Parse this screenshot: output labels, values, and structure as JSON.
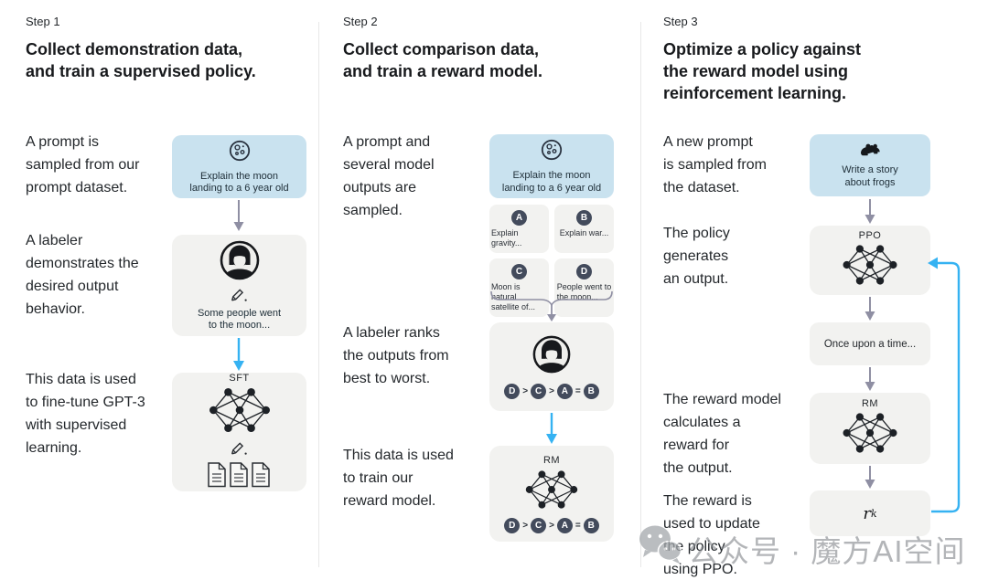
{
  "colors": {
    "prompt_box": "#c9e2ef",
    "panel": "#f2f2f0",
    "badge": "#434b5c",
    "gray_arrow": "#8f8fa3",
    "blue_arrow": "#35b2f2",
    "text": "#1f2328",
    "divider": "#e8e8e8",
    "watermark": "#85888d"
  },
  "icons": {
    "step1_prompt": "moon-icon",
    "step2_prompt": "moon-icon",
    "step3_prompt": "frog-icon",
    "labeler": "person-avatar-icon",
    "model": "neural-network-icon",
    "write": "pencil-icon",
    "demonstrations": "document-stack-icon",
    "watermark": "wechat-icon"
  },
  "step1": {
    "label": "Step 1",
    "title": "Collect demonstration data,\nand train a supervised policy.",
    "captions": {
      "prompt": "A prompt is\nsampled from our\nprompt dataset.",
      "labeler": "A labeler\ndemonstrates the\ndesired output\nbehavior.",
      "data": "This data is used\nto fine-tune GPT-3\nwith supervised\nlearning."
    },
    "prompt_box": "Explain the moon\nlanding to a 6 year old",
    "labeler_box": "Some people went\nto the moon...",
    "model_label": "SFT"
  },
  "step2": {
    "label": "Step 2",
    "title": "Collect comparison data,\nand train a reward model.",
    "captions": {
      "prompt": "A prompt and\nseveral model\noutputs are\nsampled.",
      "labeler": "A labeler ranks\nthe outputs from\nbest to worst.",
      "data": "This data is used\nto train our\nreward model."
    },
    "prompt_box": "Explain the moon\nlanding to a 6 year old",
    "outputs": [
      {
        "badge": "A",
        "text": "Explain gravity..."
      },
      {
        "badge": "B",
        "text": "Explain war..."
      },
      {
        "badge": "C",
        "text": "Moon is natural\nsatellite of..."
      },
      {
        "badge": "D",
        "text": "People went to\nthe moon..."
      }
    ],
    "ranking": {
      "items": [
        "D",
        "C",
        "A",
        "B"
      ],
      "separators": [
        ">",
        ">",
        "="
      ]
    },
    "model_label": "RM"
  },
  "step3": {
    "label": "Step 3",
    "title": "Optimize a policy against\nthe reward model using\nreinforcement learning.",
    "captions": {
      "prompt": "A new prompt\nis sampled from\nthe dataset.",
      "policy": "The policy\ngenerates\nan output.",
      "reward": "The reward model\ncalculates a\nreward for\nthe output.",
      "update": "The reward is\nused to update\nthe policy\nusing PPO."
    },
    "prompt_box": "Write a story\nabout frogs",
    "policy_label": "PPO",
    "output_box": "Once upon a time...",
    "model_label": "RM",
    "reward_box": {
      "base": "r",
      "sub": "k"
    }
  },
  "watermark": {
    "text": "公众号 · 魔方AI空间"
  }
}
